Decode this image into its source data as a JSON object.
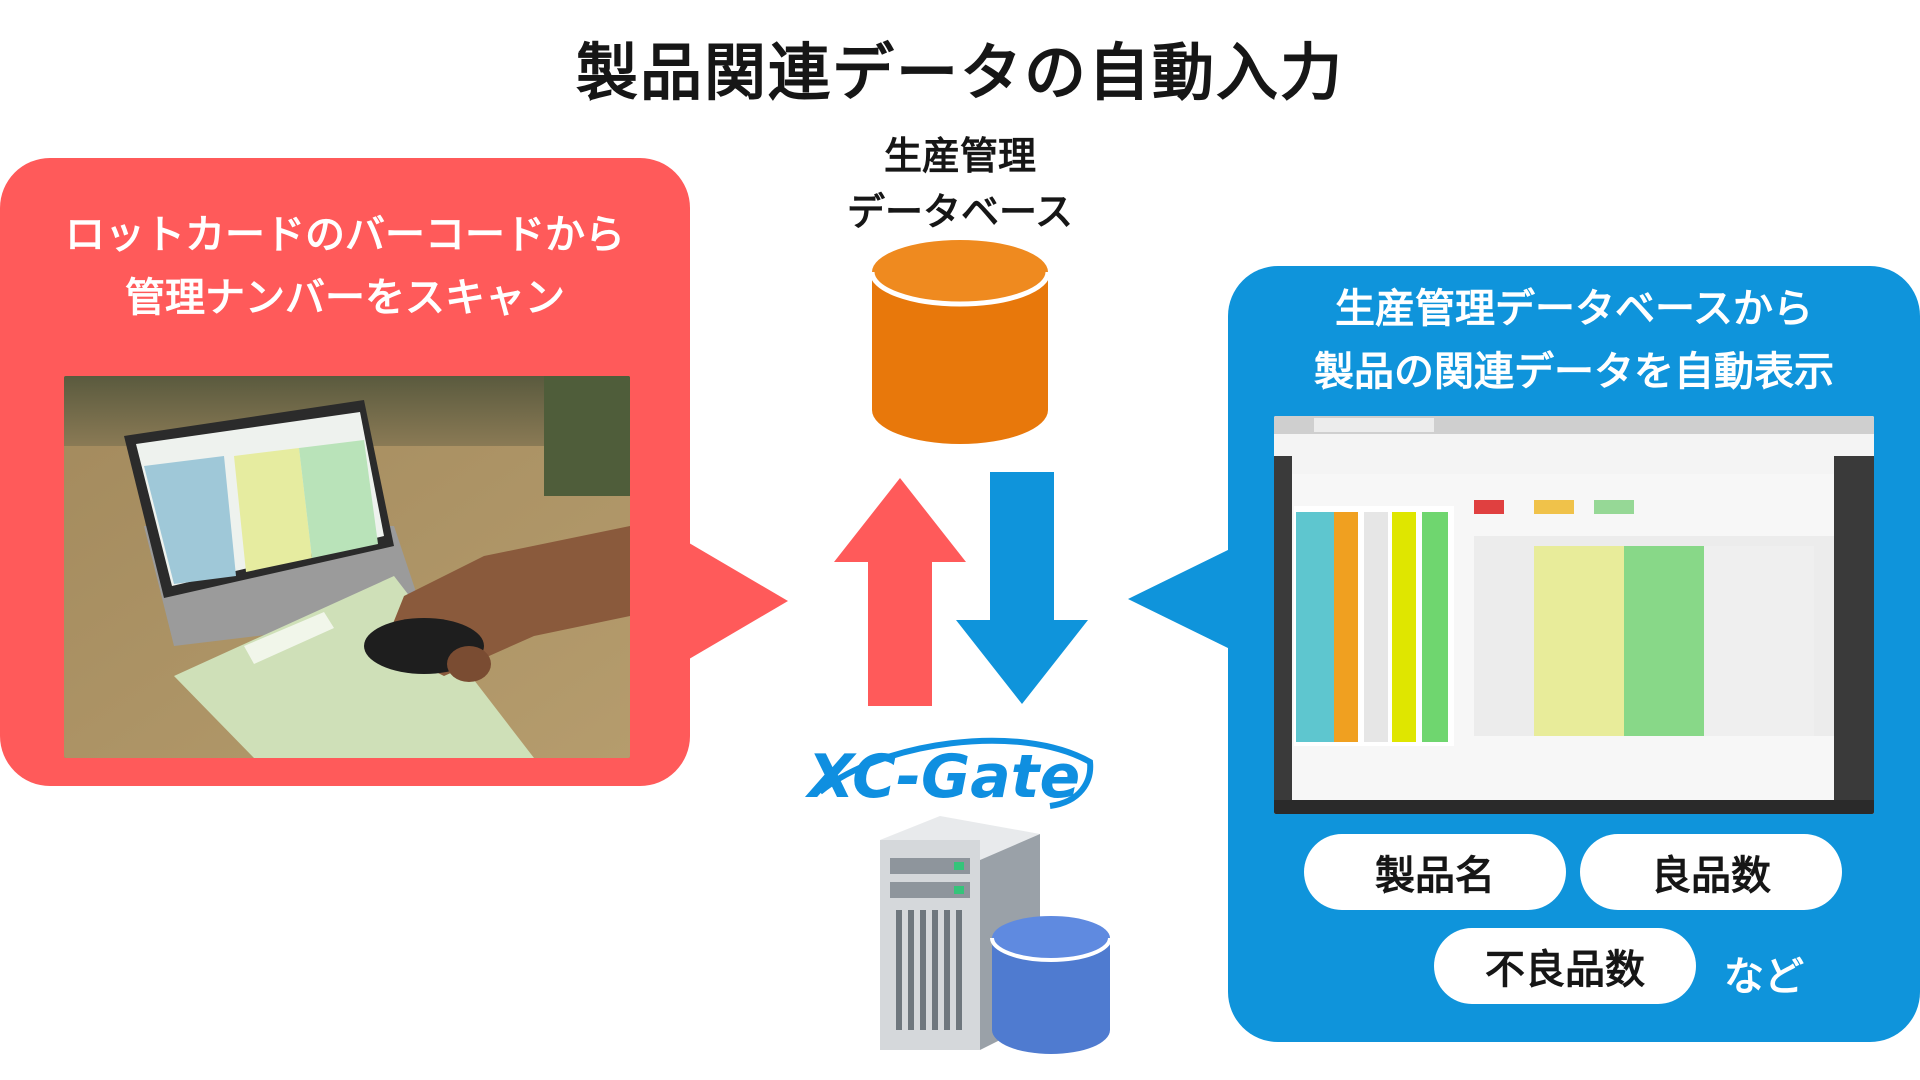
{
  "title": "製品関連データの自動入力",
  "database": {
    "label_line1": "生産管理",
    "label_line2": "データベース"
  },
  "left_panel": {
    "line1": "ロットカードのバーコードから",
    "line2": "管理ナンバーをスキャン",
    "color": "#ff5a5a"
  },
  "right_panel": {
    "line1": "生産管理データベースから",
    "line2": "製品の関連データを自動表示",
    "color": "#0f94db",
    "items": [
      "製品名",
      "良品数",
      "不良品数"
    ],
    "suffix": "など"
  },
  "logo": {
    "text": "XC-Gate"
  },
  "colors": {
    "db_orange": "#e8780b",
    "arrow_red": "#ff5a5a",
    "arrow_blue": "#0f94db",
    "server_db_blue": "#4f7bd0"
  },
  "icons": [
    "database-icon",
    "arrow-up-icon",
    "arrow-down-icon",
    "server-icon",
    "database-small-icon",
    "scanner-photo",
    "monitor-screenshot"
  ]
}
